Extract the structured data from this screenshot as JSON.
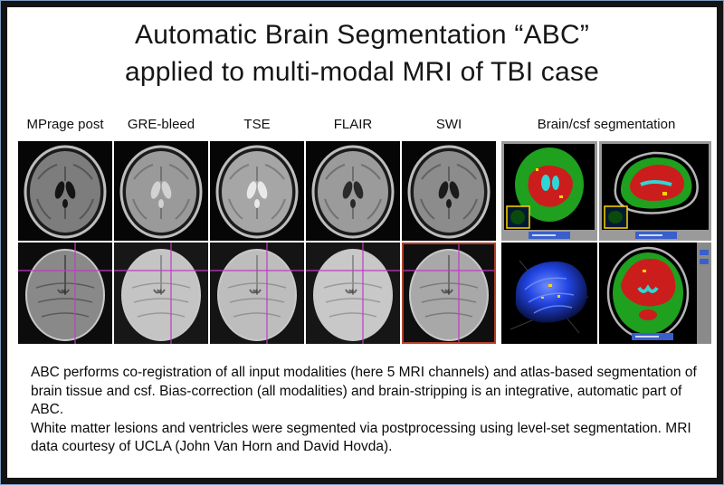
{
  "title": {
    "line1": "Automatic Brain Segmentation “ABC”",
    "line2": "applied to multi-modal MRI of TBI case"
  },
  "columns": [
    {
      "label": "MPrage post"
    },
    {
      "label": "GRE-bleed"
    },
    {
      "label": "TSE"
    },
    {
      "label": "FLAIR"
    },
    {
      "label": "SWI"
    }
  ],
  "segmentation_label": "Brain/csf segmentation",
  "body": {
    "para1": "ABC performs co-registration of all input modalities (here 5 MRI channels) and atlas-based segmentation of brain tissue and csf. Bias-correction (all modalities) and brain-stripping  is an integrative, automatic part of ABC.",
    "para2": "White matter lesions and ventricles were segmented via postprocessing using level-set segmentation. MRI data courtesy of UCLA (John Van Horn and David Hovda)."
  },
  "colors": {
    "crosshair": "#c23ac2",
    "seg_green": "#1fa01f",
    "seg_red": "#cc1d1d",
    "seg_cyan": "#2fd6d6",
    "render_blue": "#2143e0",
    "swi_highlight_border": "#b0402a",
    "inset_border_yellow": "#ffd400"
  }
}
